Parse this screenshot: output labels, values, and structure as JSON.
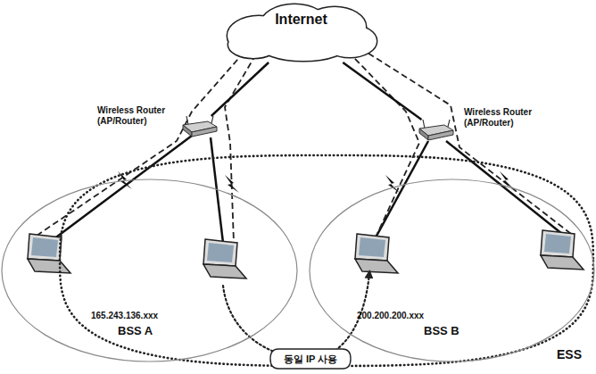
{
  "diagram": {
    "nodes": [
      {
        "text": [
          "Internet"
        ]
      },
      {
        "text": [
          "Wireless Router (AP/Router)"
        ]
      },
      {
        "text": [
          "Wireless Router (AP/Router)"
        ]
      },
      {
        "text": [
          "ESS"
        ]
      },
      {
        "text": [
          "165.243.136.xxx",
          "BSS A"
        ],
        "in": 3
      },
      {
        "text": [
          "200.200.200.xxx",
          "BSS B"
        ],
        "in": 3
      },
      {
        "text": [
          "동일 IP 사용"
        ]
      }
    ],
    "edges": [
      {
        "from": 0,
        "to": 1,
        "arrow": "none"
      },
      {
        "from": 0,
        "to": 2,
        "arrow": "none"
      }
    ]
  }
}
